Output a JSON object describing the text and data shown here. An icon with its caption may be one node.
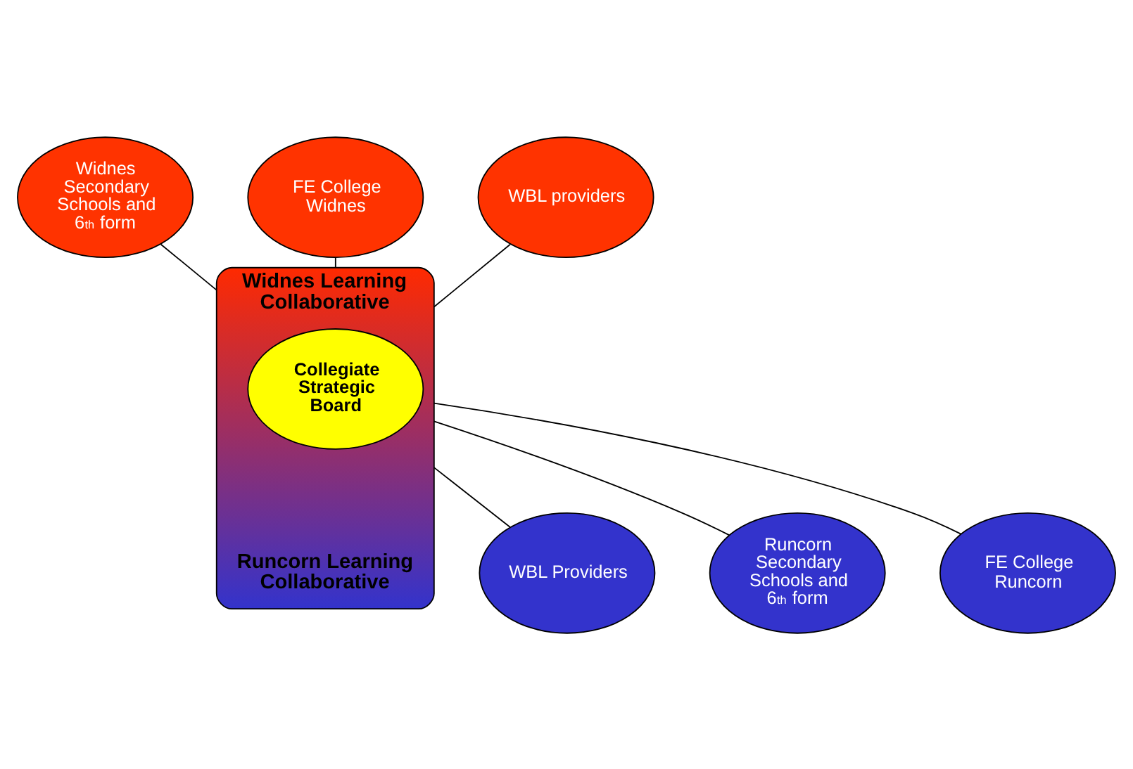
{
  "diagram": {
    "nodes": [
      {
        "text": [
          "Widnes Secondary Schools and 6$^{th}$ form"
        ]
      },
      {
        "text": [
          "FE College Widnes"
        ]
      },
      {
        "text": [
          "WBL providers"
        ]
      },
      {
        "text": [
          "Widnes Learning",
          "Collaborative",
          "Runcorn Learning",
          "Collaborative"
        ]
      },
      {
        "text": [
          "Collegiate Strategic Board"
        ],
        "in": 3
      },
      {
        "text": [
          "WBL Providers"
        ]
      },
      {
        "text": [
          "Runcorn Secondary Schools and 6$^{th}$ form"
        ]
      },
      {
        "text": [
          "FE College Runcorn"
        ]
      }
    ],
    "edges": [
      {
        "from": 0,
        "to": 3,
        "arrow": "none"
      },
      {
        "from": 1,
        "to": 3,
        "arrow": "none"
      },
      {
        "from": 2,
        "to": 3,
        "arrow": "none"
      },
      {
        "from": 3,
        "to": 5,
        "arrow": "none"
      },
      {
        "from": 3,
        "to": 6,
        "arrow": "none"
      },
      {
        "from": 3,
        "to": 7,
        "arrow": "none"
      }
    ]
  }
}
